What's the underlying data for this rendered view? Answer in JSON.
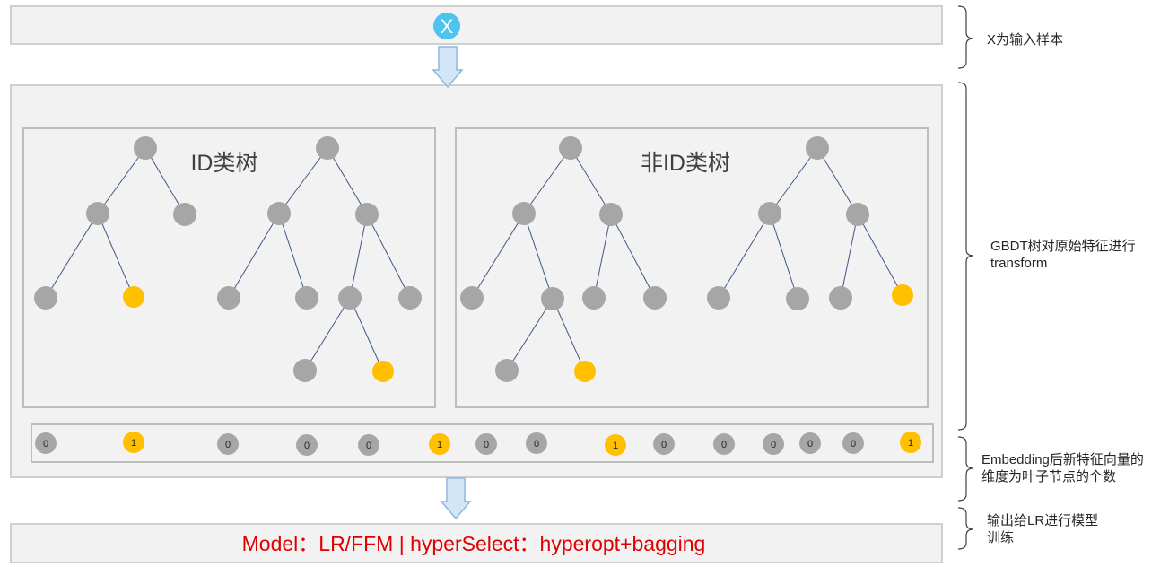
{
  "input_node_label": "X",
  "id_trees_label": "ID类树",
  "nonid_trees_label": "非ID类树",
  "leaf_values": [
    "0",
    "1",
    "0",
    "0",
    "0",
    "1",
    "0",
    "0",
    "1",
    "0",
    "0",
    "0",
    "0",
    "0",
    "1"
  ],
  "model_text": "Model：LR/FFM |  hyperSelect：hyperopt+bagging",
  "annotations": [
    {
      "lines": [
        "X为输入样本"
      ]
    },
    {
      "lines": [
        "GBDT树对原始特征进行",
        "transform"
      ]
    },
    {
      "lines": [
        "Embedding后新特征向量的",
        "维度为叶子节点的个数"
      ]
    },
    {
      "lines": [
        "输出给LR进行模型",
        "训练"
      ]
    }
  ],
  "colors": {
    "node_gray": "#a6a6a6",
    "node_active": "#ffc000",
    "input_node": "#4dc3f0",
    "model_text": "#e00000",
    "arrow_fill": "#d3e6f7",
    "arrow_stroke": "#8fb6dd",
    "edge": "#3f5784",
    "panel_fill": "#f2f2f2",
    "panel_stroke": "#cfcfcf"
  }
}
